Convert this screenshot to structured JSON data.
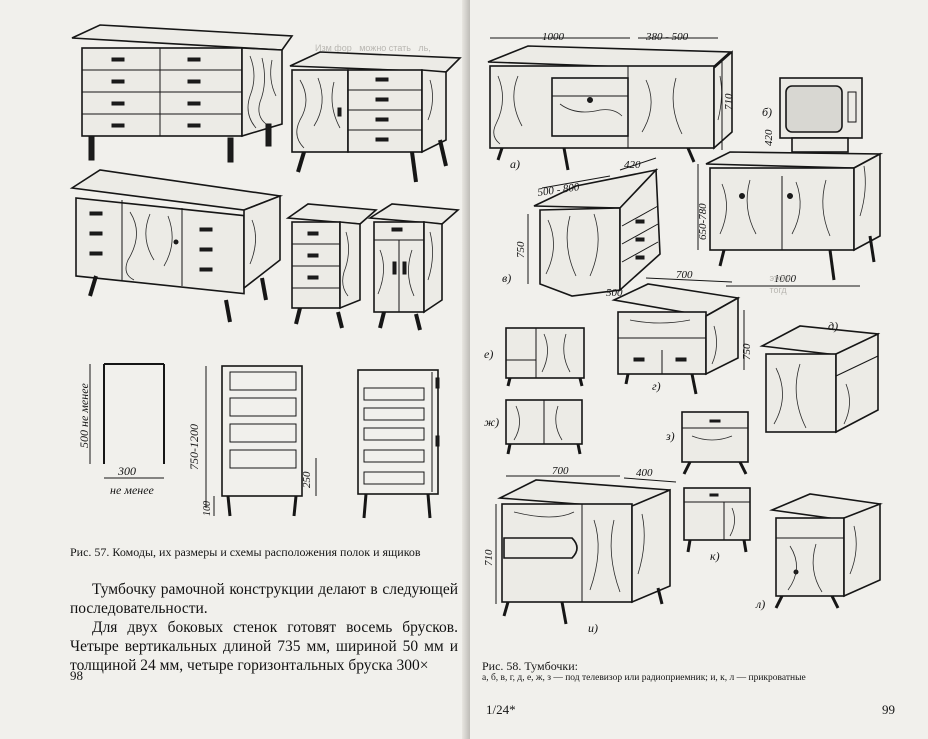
{
  "left_page": {
    "figure_57": {
      "labels": {
        "dim_500": "500 не менее",
        "dim_300": "300",
        "dim_300_sub": "не менее",
        "dim_750_1200": "750-1200",
        "dim_250": "250",
        "dim_100": "100"
      },
      "caption": "Рис. 57. Комоды, их размеры и схемы расположения полок и ящиков"
    },
    "body": {
      "para1": "Тумбочку рамочной конструкции делают в следующей последовательности.",
      "para2": "Для двух боковых стенок готовят восемь брусков. Четыре вертикальных длиной 735 мм, шириной 50 мм и толщиной 24 мм, четыре горизонтальных бруска 300×"
    },
    "page_number": "98"
  },
  "right_page": {
    "figure_58": {
      "labels": {
        "dim_1000_top": "1000",
        "dim_380_500": "380 - 500",
        "dim_710_a": "710",
        "dim_420_b": "420",
        "dim_650_780": "650-780",
        "dim_1000_b": "1000",
        "dim_420_v": "420",
        "dim_500_800": "500 - 800",
        "dim_750_v": "750",
        "dim_700_g": "700",
        "dim_500_g": "500",
        "dim_750_g": "750",
        "dim_700_i": "700",
        "dim_400_i": "400",
        "dim_710_i": "710",
        "letter_a": "а)",
        "letter_b": "б)",
        "letter_v": "в)",
        "letter_g": "г)",
        "letter_d": "д)",
        "letter_e": "е)",
        "letter_zh": "ж)",
        "letter_z": "з)",
        "letter_i": "и)",
        "letter_k": "к)",
        "letter_l": "л)"
      },
      "caption_title": "Рис. 58. Тумбочки:",
      "caption_body": "а, б, в, г, д, е, ж, з — под телевизор или радиоприемник; и, к, л — прикроватные"
    },
    "signature_mark": "1/24*",
    "page_number": "99"
  },
  "colors": {
    "paper": "#f1f0ec",
    "ink": "#161616",
    "bleed_through": "#b9b7b2"
  }
}
